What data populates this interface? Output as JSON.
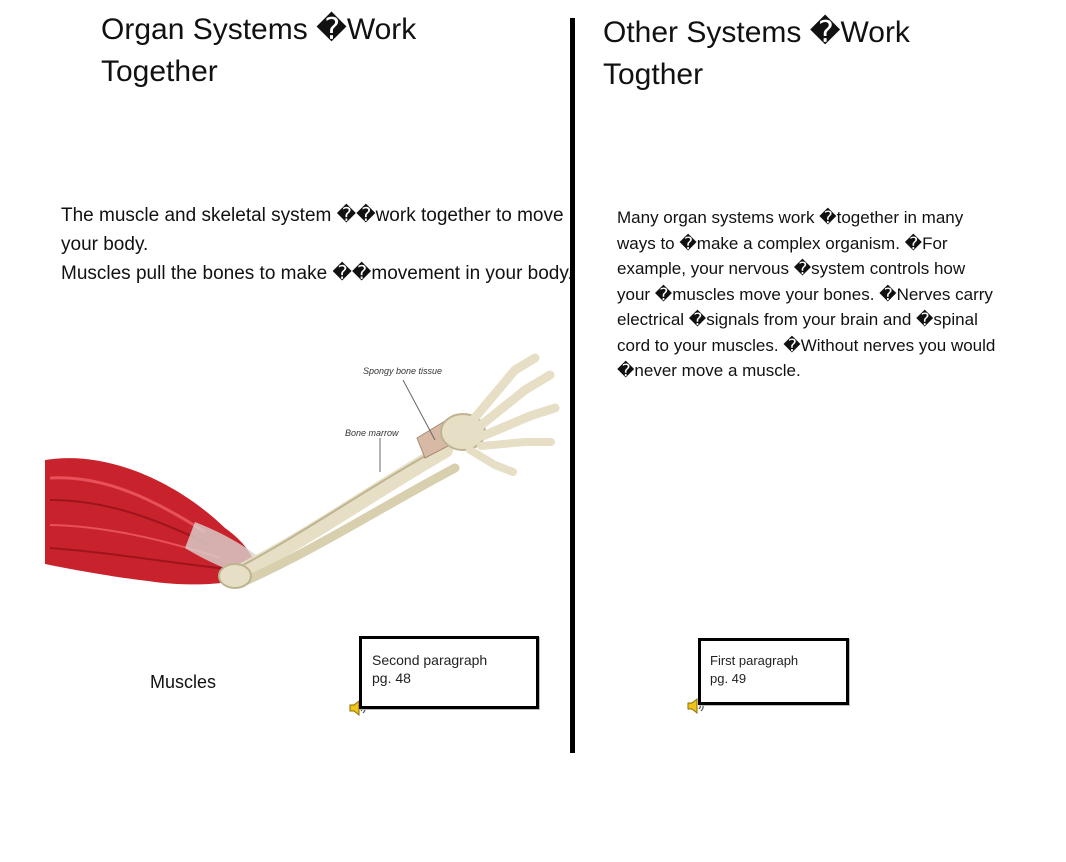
{
  "left": {
    "title_line1": "Organ Systems �Work",
    "title_line2": "Together",
    "paragraph1": "The muscle and skeletal system ��work together to move your body.",
    "paragraph2": "Muscles pull the bones to make ��movement in your body.",
    "figure": {
      "label_spongy": "Spongy bone tissue",
      "label_marrow": "Bone marrow"
    },
    "caption": "Muscles",
    "reference": {
      "line1": "Second paragraph",
      "line2": "pg. 48"
    }
  },
  "right": {
    "title_line1": "Other Systems �Work",
    "title_line2": "Togther",
    "paragraph": "Many organ systems work �together in many ways to �make a complex organism. �For example, your nervous �system controls how your �muscles move your bones. �Nerves carry electrical �signals from your brain and �spinal cord to your muscles. �Without nerves you would �never move a muscle.",
    "reference": {
      "line1": "First paragraph",
      "line2": "pg. 49"
    }
  },
  "icons": {
    "audio_left": "speaker-icon",
    "audio_right": "speaker-icon"
  },
  "colors": {
    "muscle": "#c8232c",
    "bone": "#e6dfc6",
    "divider": "#000000"
  }
}
